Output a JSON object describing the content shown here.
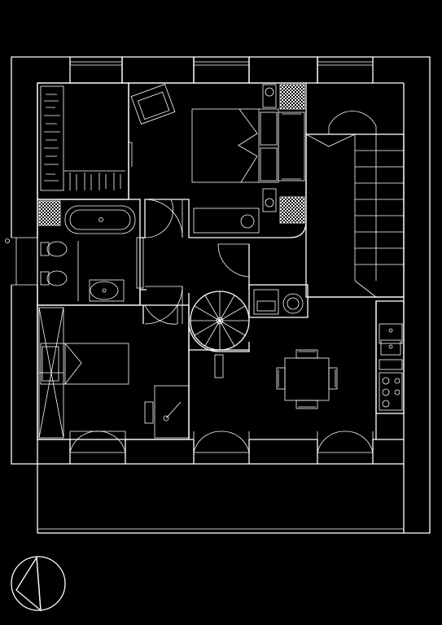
{
  "colors": {
    "background": "#000000",
    "line": "#ffffff"
  },
  "icons": {
    "north_arrow": "north-arrow-icon",
    "sink": "sink-icon",
    "toilet": "toilet-icon",
    "stove": "cooktop-icon"
  },
  "rooms": [
    "walk-in-closet",
    "master-bedroom",
    "bathroom",
    "second-bedroom",
    "hall",
    "living-dining",
    "kitchen",
    "balcony",
    "stair-hall"
  ]
}
